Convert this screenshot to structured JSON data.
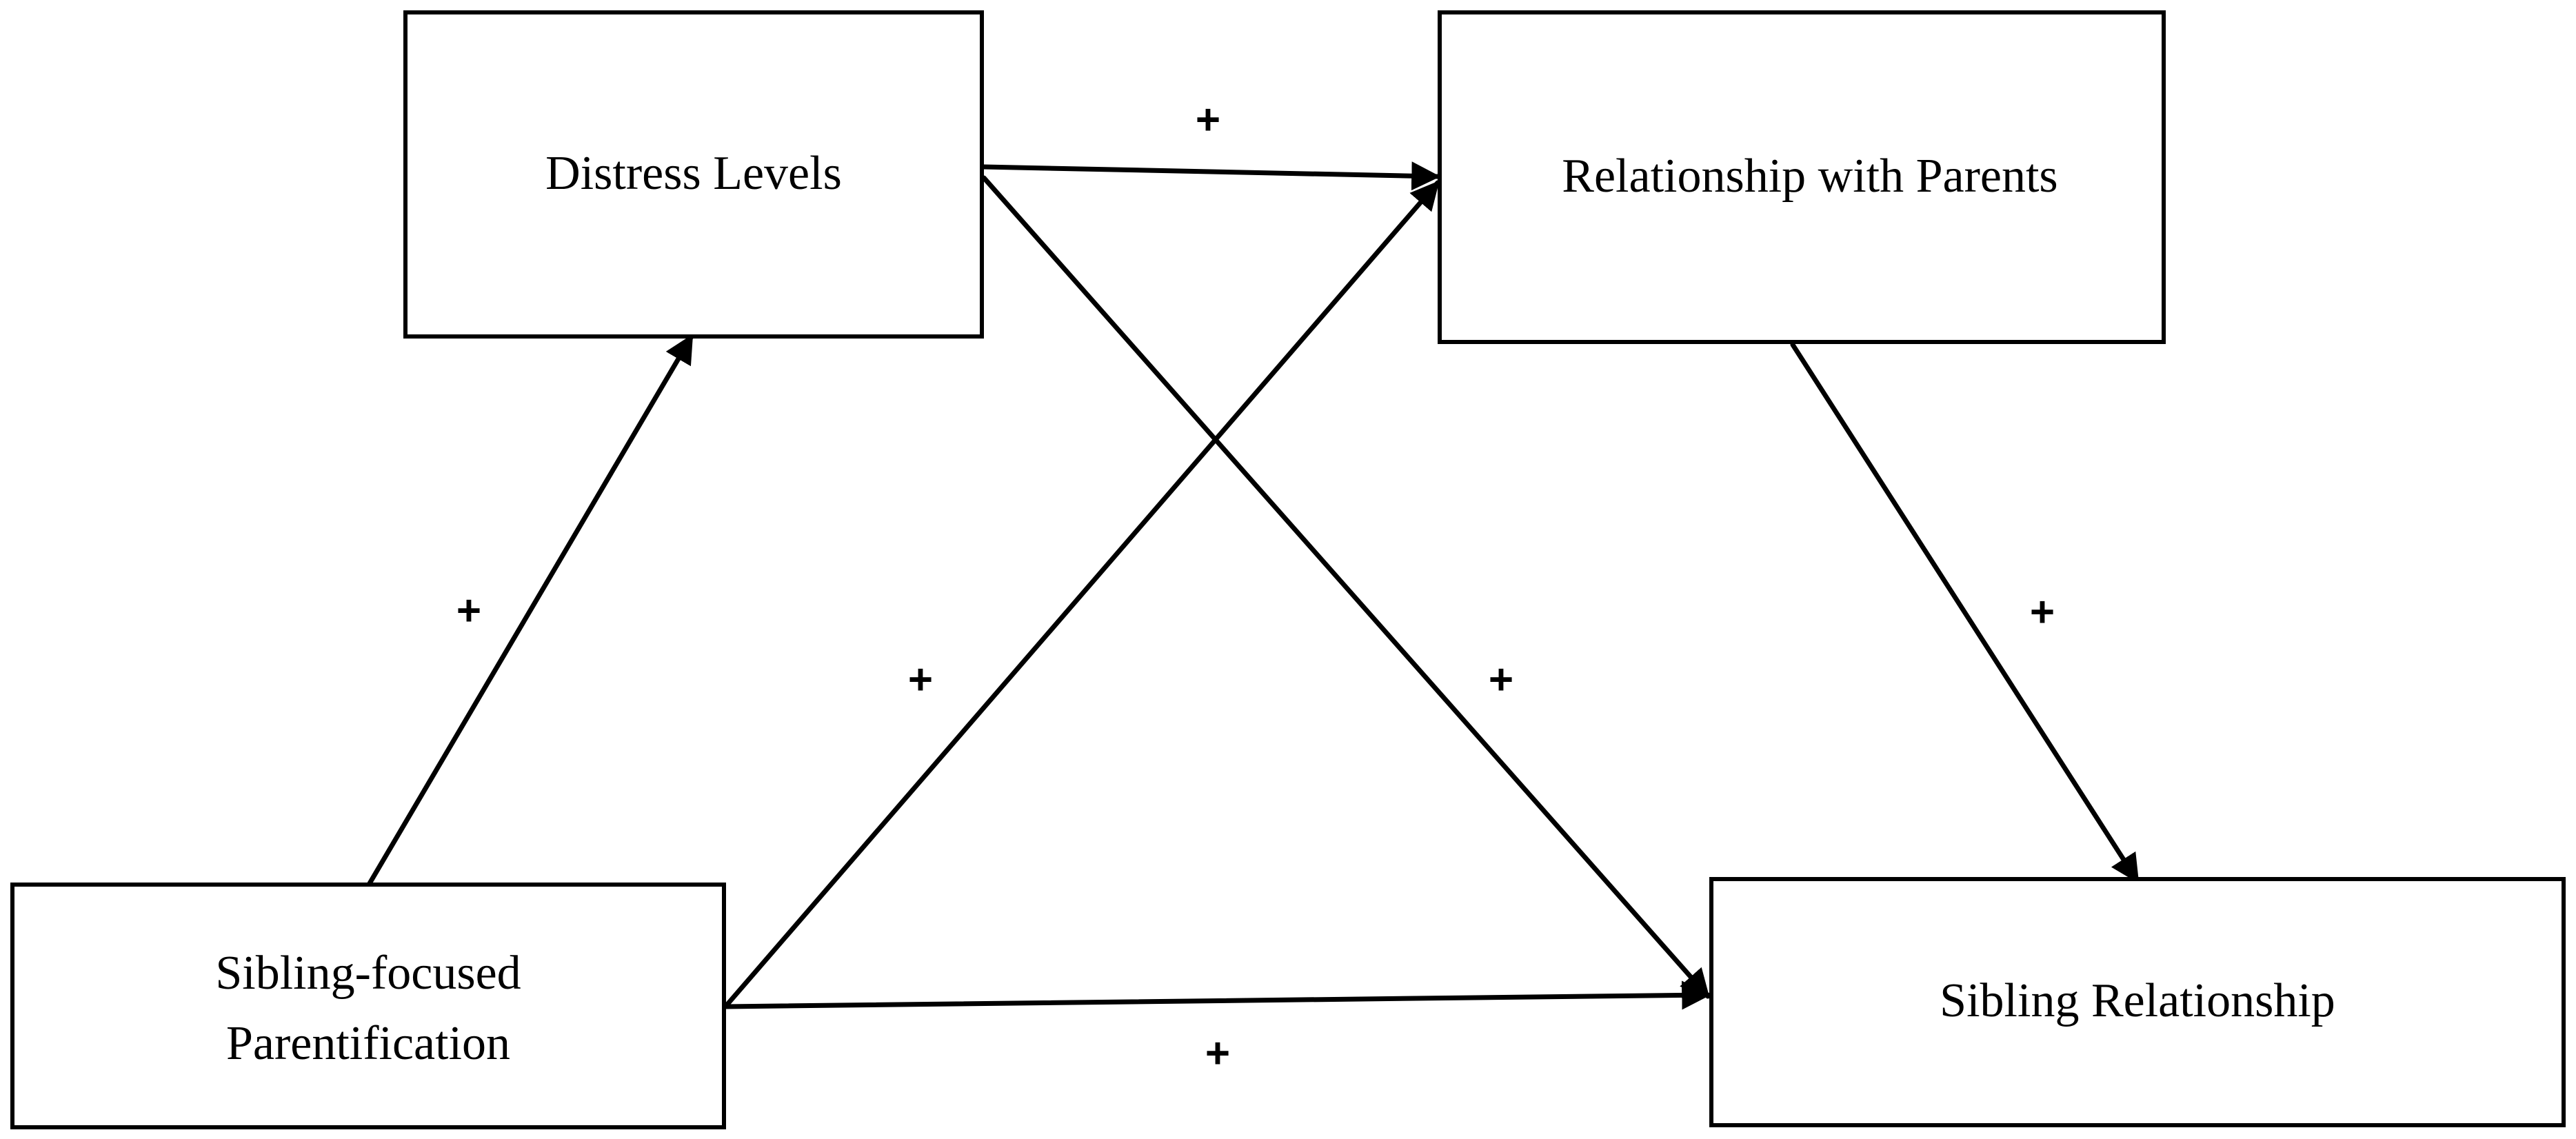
{
  "nodes": {
    "distress": {
      "label": "Distress Levels"
    },
    "parents": {
      "label": "Relationship with Parents"
    },
    "parentification": {
      "line1": "Sibling-focused",
      "line2": "Parentification"
    },
    "sibling": {
      "label": "Sibling Relationship"
    }
  },
  "edges": [
    {
      "from": "parentification",
      "to": "distress",
      "sign": "+"
    },
    {
      "from": "distress",
      "to": "parents",
      "sign": "+"
    },
    {
      "from": "parentification",
      "to": "parents",
      "sign": "+"
    },
    {
      "from": "distress",
      "to": "sibling",
      "sign": "+"
    },
    {
      "from": "parents",
      "to": "sibling",
      "sign": "+"
    },
    {
      "from": "parentification",
      "to": "sibling",
      "sign": "+"
    }
  ]
}
